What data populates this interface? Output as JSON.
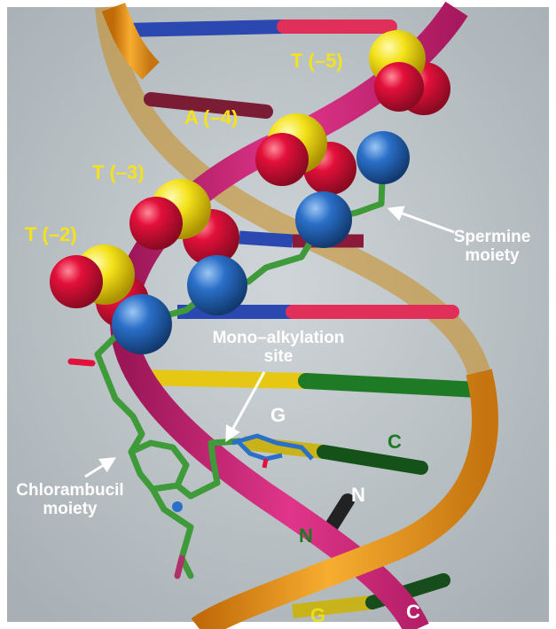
{
  "figure": {
    "colors": {
      "background": "#b9c0c5",
      "orange_strand": "#f0a020",
      "magenta_strand": "#d8267c",
      "phosphorus": "#f4e21a",
      "oxygen": "#e3103a",
      "nitrogen": "#2a6fc8",
      "carbon_stick": "#3f9a3a",
      "base_blue": "#2a48b0",
      "base_red": "#e0305a",
      "base_yellow": "#e6c814",
      "base_green": "#1f7a26"
    },
    "nucleotide_labels": {
      "t5": "T (–5)",
      "a4": "A (–4)",
      "t3": "T (–3)",
      "t2": "T (–2)"
    },
    "annotations": {
      "spermine_line1": "Spermine",
      "spermine_line2": "moiety",
      "mono_line1": "Mono–alkylation",
      "mono_line2": "site",
      "chlorambucil_line1": "Chlorambucil",
      "chlorambucil_line2": "moiety"
    },
    "base_letters": {
      "g_top": "G",
      "c_mid": "C",
      "n_right": "N",
      "n_left": "N",
      "g_bottom": "G",
      "c_bottom": "C"
    }
  }
}
